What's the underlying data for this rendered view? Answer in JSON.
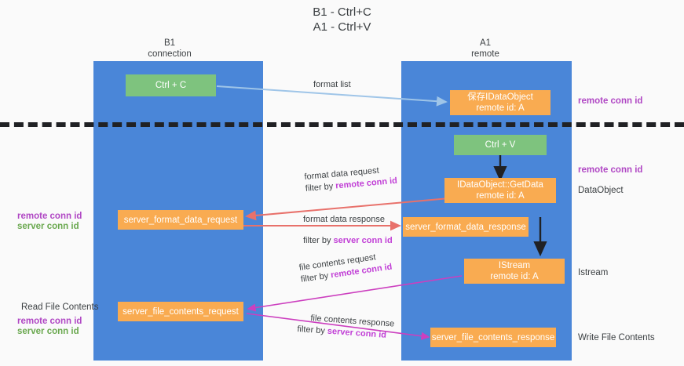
{
  "title": {
    "line1": "B1 - Ctrl+C",
    "line2": "A1 - Ctrl+V"
  },
  "columns": {
    "left": {
      "name": "B1",
      "role": "connection"
    },
    "right": {
      "name": "A1",
      "role": "remote"
    }
  },
  "nodes": {
    "ctrl_c": "Ctrl + C",
    "save_idataobject": {
      "line1": "保存IDataObject",
      "line2": "remote id: A"
    },
    "ctrl_v": "Ctrl + V",
    "getdata": {
      "line1": "IDataObject::GetData",
      "line2": "remote id: A"
    },
    "server_format_data_request": "server_format_data_request",
    "server_format_data_response": "server_format_data_response",
    "istream": {
      "line1": "IStream",
      "line2": "remote id: A"
    },
    "server_file_contents_request": "server_file_contents_request",
    "server_file_contents_response": "server_file_contents_response"
  },
  "edges": {
    "format_list": "format list",
    "format_data_request": "format data request",
    "format_data_request_filter_prefix": "filter by ",
    "format_data_request_filter_key": "remote conn id",
    "format_data_response": "format data response",
    "format_data_response_filter_prefix": "filter by ",
    "format_data_response_filter_key": "server conn id",
    "file_contents_request": "file contents request",
    "file_contents_request_filter_prefix": "filter by ",
    "file_contents_request_filter_key": "remote conn id",
    "file_contents_response": "file contents response",
    "file_contents_response_filter_prefix": "filter by ",
    "file_contents_response_filter_key": "server conn id"
  },
  "annotations": {
    "right_remote_conn_id_top": "remote conn id",
    "right_remote_conn_id_mid": "remote conn id",
    "right_dataobject": "DataObject",
    "right_istream": "Istream",
    "right_write_file_contents": "Write File Contents",
    "left_remote_conn_id_mid": "remote conn id",
    "left_server_conn_id_mid": "server conn id",
    "left_read_file_contents": "Read File Contents",
    "left_remote_conn_id_bottom": "remote conn id",
    "left_server_conn_id_bottom": "server conn id"
  },
  "colors": {
    "lane": "#4a86d8",
    "green_node": "#7ec37e",
    "orange_node": "#f9ab51",
    "remote_conn_id": "#b047c4",
    "server_conn_id": "#6aa84f",
    "arrow_blue": "#9fc5e8",
    "arrow_red": "#e8716b",
    "arrow_magenta": "#cc3fbf",
    "arrow_black": "#202124",
    "separator": "#202124"
  }
}
